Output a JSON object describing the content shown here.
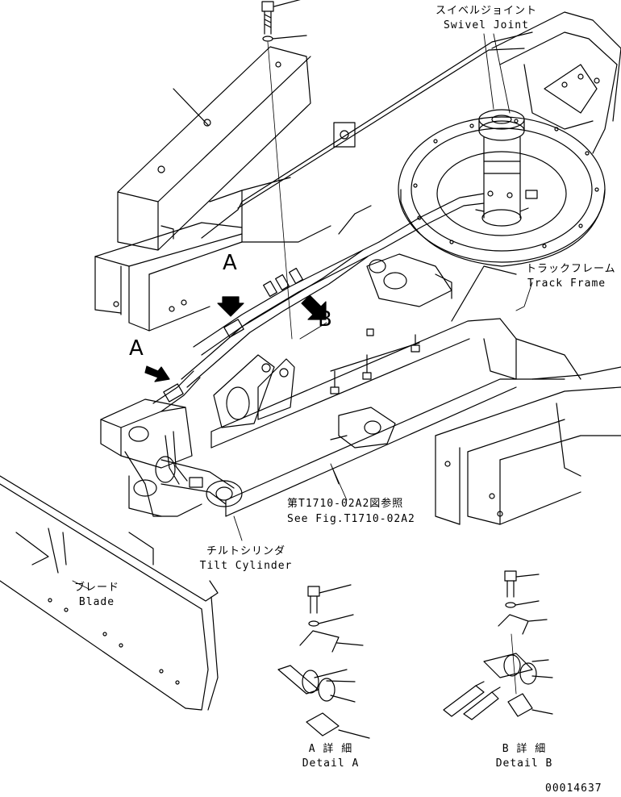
{
  "labels": {
    "swivel_joint_jp": "スイベルジョイント",
    "swivel_joint_en": "Swivel Joint",
    "track_frame_jp": "トラックフレーム",
    "track_frame_en": "Track Frame",
    "see_fig_jp": "第T1710-02A2図参照",
    "see_fig_en": "See Fig.T1710-02A2",
    "tilt_cylinder_jp": "チルトシリンダ",
    "tilt_cylinder_en": "Tilt Cylinder",
    "blade_jp": "ブレード",
    "blade_en": "Blade",
    "detail_a_jp": "A 詳 細",
    "detail_a_en": "Detail A",
    "detail_b_jp": "B 詳 細",
    "detail_b_en": "Detail B",
    "view_a_upper": "A",
    "view_a_left": "A",
    "view_b": "B",
    "drawing_number": "00014637"
  }
}
